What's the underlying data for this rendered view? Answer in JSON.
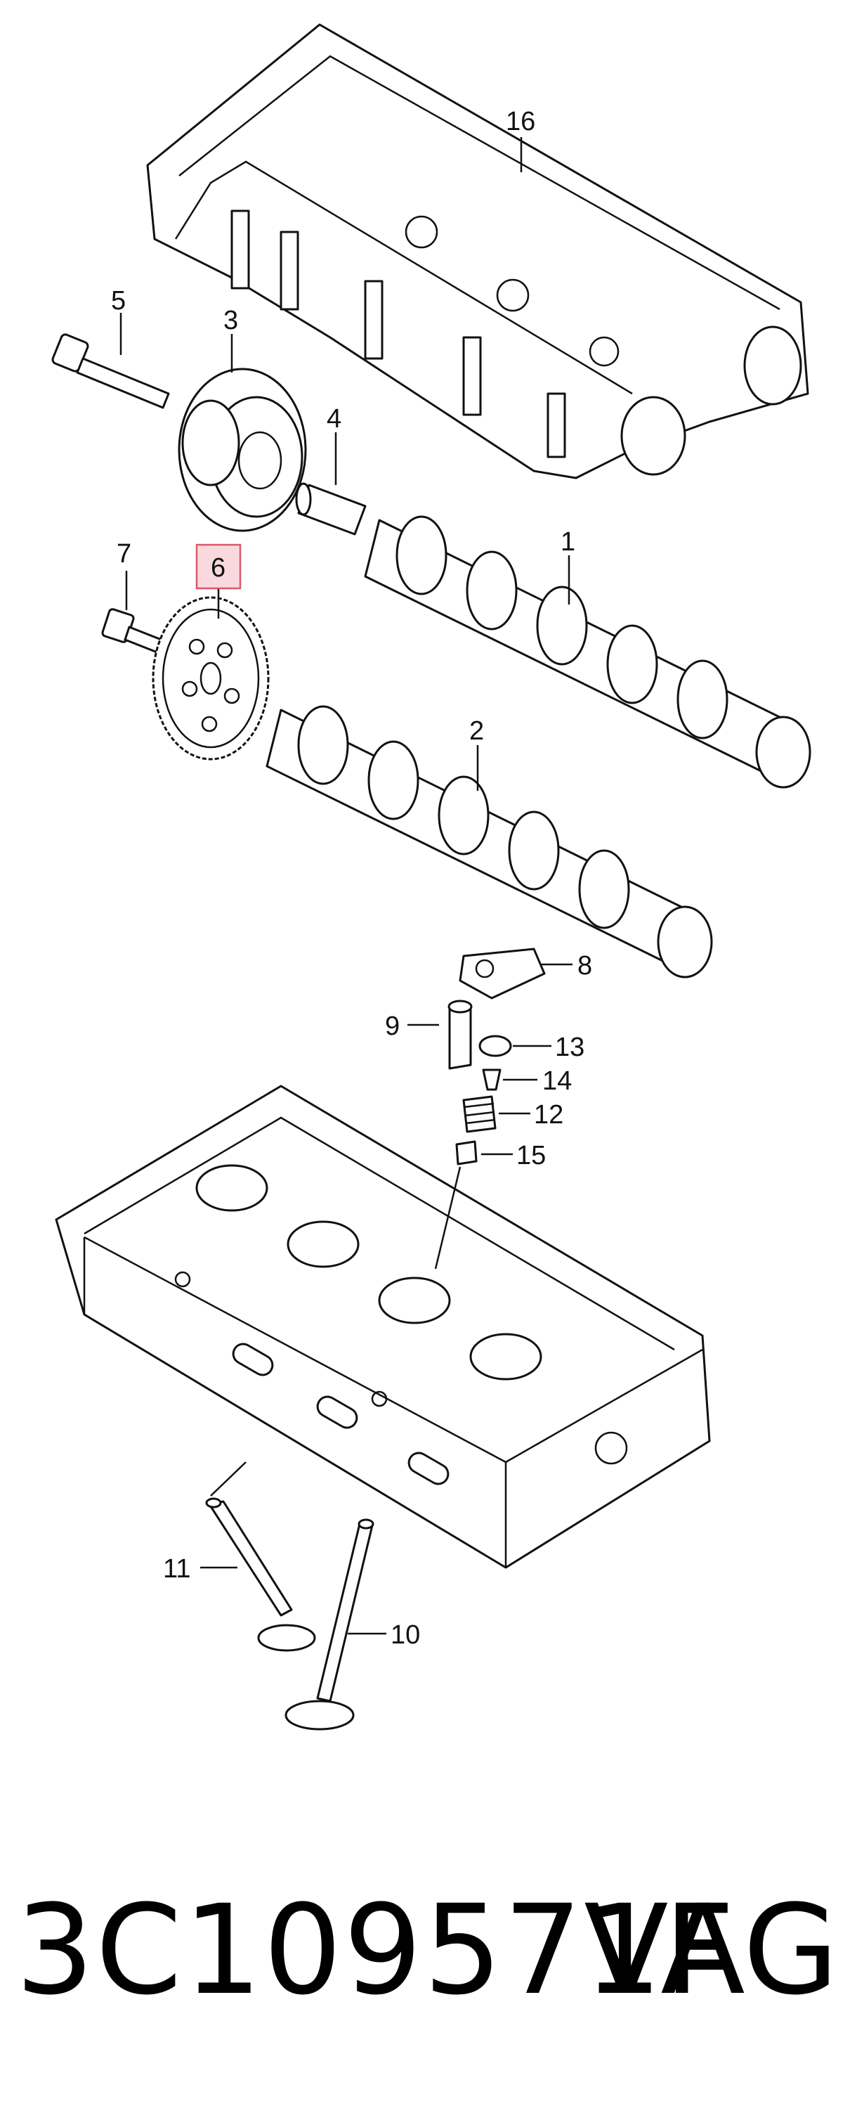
{
  "diagram": {
    "highlight_color": "#d9596a",
    "callouts": {
      "c1": "1",
      "c2": "2",
      "c3": "3",
      "c4": "4",
      "c5": "5",
      "c6": "6",
      "c7": "7",
      "c8": "8",
      "c9": "9",
      "c10": "10",
      "c11": "11",
      "c12": "12",
      "c13": "13",
      "c14": "14",
      "c15": "15",
      "c16": "16"
    }
  },
  "footer": {
    "part_number": "3C109571F",
    "brand": "VAG"
  }
}
